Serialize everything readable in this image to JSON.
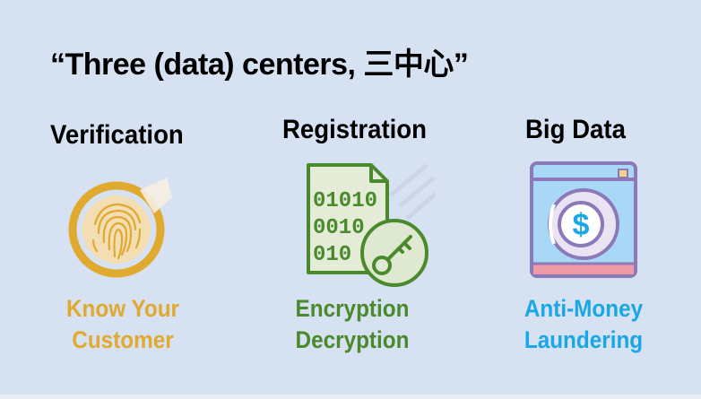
{
  "title": "“Three (data) centers, 三中心”",
  "columns": [
    {
      "heading": "Verification",
      "caption_line1": "Know Your",
      "caption_line2": "Customer",
      "caption_color": "#e0a92f",
      "icon": "fingerprint-icon"
    },
    {
      "heading": "Registration",
      "caption_line1": "Encryption",
      "caption_line2": "Decryption",
      "caption_color": "#4a8a2c",
      "icon": "encrypted-file-key-icon",
      "binary_lines": [
        "01010",
        "0010",
        "010"
      ]
    },
    {
      "heading": "Big Data",
      "caption_line1": "Anti-Money",
      "caption_line2": "Laundering",
      "caption_color": "#19a7e6",
      "icon": "dollar-browser-icon",
      "dollar_symbol": "$"
    }
  ],
  "colors": {
    "background": "#d6e1f1",
    "gold": "#e0a92f",
    "green": "#4a8a2c",
    "blue": "#19a7e6",
    "purple": "#8b79b8"
  }
}
